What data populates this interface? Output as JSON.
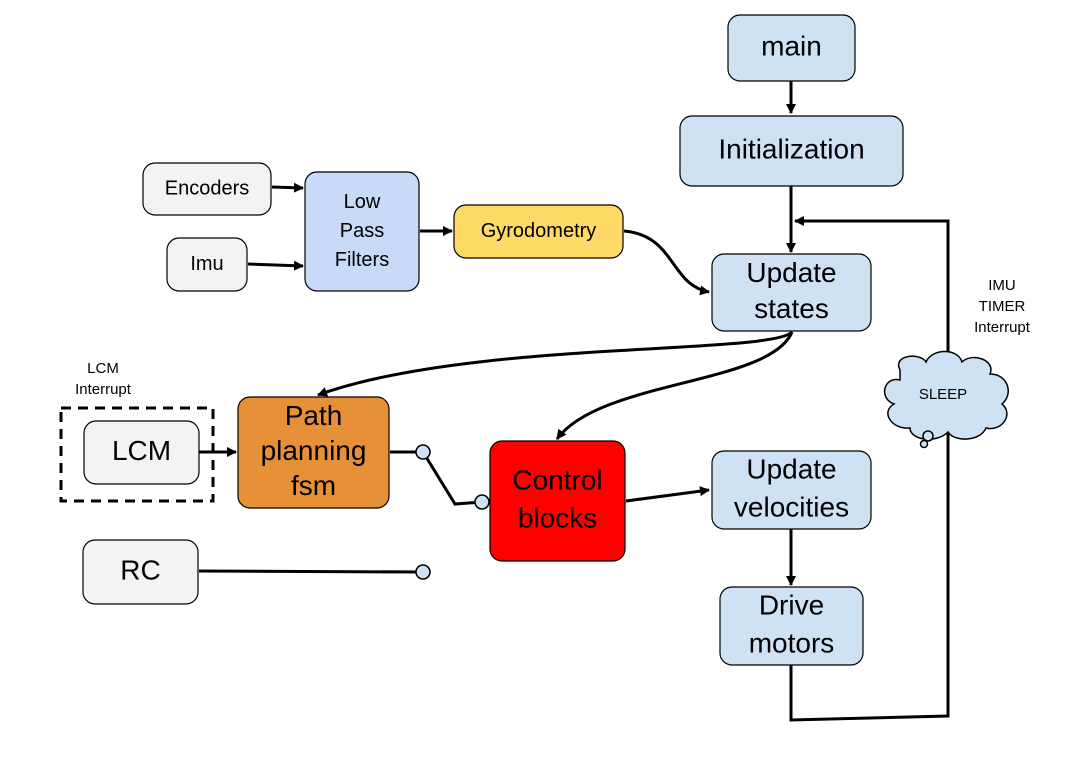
{
  "nodes": {
    "main": {
      "lines": [
        "main"
      ],
      "fill": "#cfe2f3"
    },
    "initialization": {
      "lines": [
        "Initialization"
      ],
      "fill": "#cfe2f3"
    },
    "update_states": {
      "lines": [
        "Update",
        "states"
      ],
      "fill": "#cfe2f3"
    },
    "update_velocities": {
      "lines": [
        "Update",
        "velocities"
      ],
      "fill": "#cfe2f3"
    },
    "drive_motors": {
      "lines": [
        "Drive",
        "motors"
      ],
      "fill": "#cfe2f3"
    },
    "encoders": {
      "lines": [
        "Encoders"
      ],
      "fill": "#f3f3f3"
    },
    "imu": {
      "lines": [
        "Imu"
      ],
      "fill": "#f3f3f3"
    },
    "low_pass_filters": {
      "lines": [
        "Low",
        "Pass",
        "Filters"
      ],
      "fill": "#c9daf8"
    },
    "gyrodometry": {
      "lines": [
        "Gyrodometry"
      ],
      "fill": "#ffd966"
    },
    "lcm": {
      "lines": [
        "LCM"
      ],
      "fill": "#f3f3f3"
    },
    "path_planning_fsm": {
      "lines": [
        "Path",
        "planning",
        "fsm"
      ],
      "fill": "#e69138"
    },
    "control_blocks": {
      "lines": [
        "Control",
        "blocks"
      ],
      "fill": "#ff0000"
    },
    "rc": {
      "lines": [
        "RC"
      ],
      "fill": "#f3f3f3"
    }
  },
  "annotations": {
    "lcm_interrupt": [
      "LCM",
      "Interrupt"
    ],
    "imu_timer_interrupt": [
      "IMU",
      "TIMER",
      "Interrupt"
    ],
    "sleep": "SLEEP"
  },
  "colors": {
    "stroke": "#000000",
    "switch_node": "#cfe2f3",
    "sleep_cloud": "#cfe2f3"
  }
}
